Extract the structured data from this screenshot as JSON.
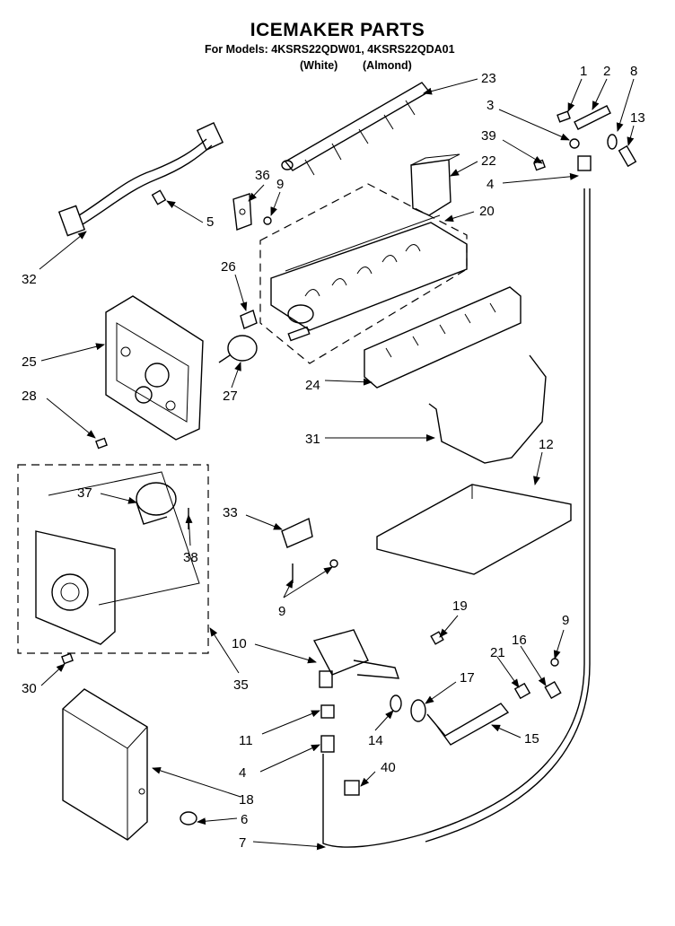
{
  "header": {
    "title": "ICEMAKER PARTS",
    "models_line": "For Models: 4KSRS22QDW01, 4KSRS22QDA01",
    "variant_white": "(White)",
    "variant_almond": "(Almond)"
  },
  "callouts": {
    "c1": "1",
    "c2": "2",
    "c8": "8",
    "c13": "13",
    "c3": "3",
    "c39": "39",
    "c4a": "4",
    "c22": "22",
    "c23": "23",
    "c20": "20",
    "c36": "36",
    "c9a": "9",
    "c5": "5",
    "c32": "32",
    "c26": "26",
    "c25": "25",
    "c27": "27",
    "c28": "28",
    "c24": "24",
    "c31": "31",
    "c12": "12",
    "c37": "37",
    "c38": "38",
    "c33": "33",
    "c9b": "9",
    "c30": "30",
    "c35": "35",
    "c10": "10",
    "c19": "19",
    "c21": "21",
    "c16": "16",
    "c9c": "9",
    "c17": "17",
    "c11": "11",
    "c14": "14",
    "c15": "15",
    "c4b": "4",
    "c40": "40",
    "c18": "18",
    "c6": "6",
    "c7": "7"
  }
}
